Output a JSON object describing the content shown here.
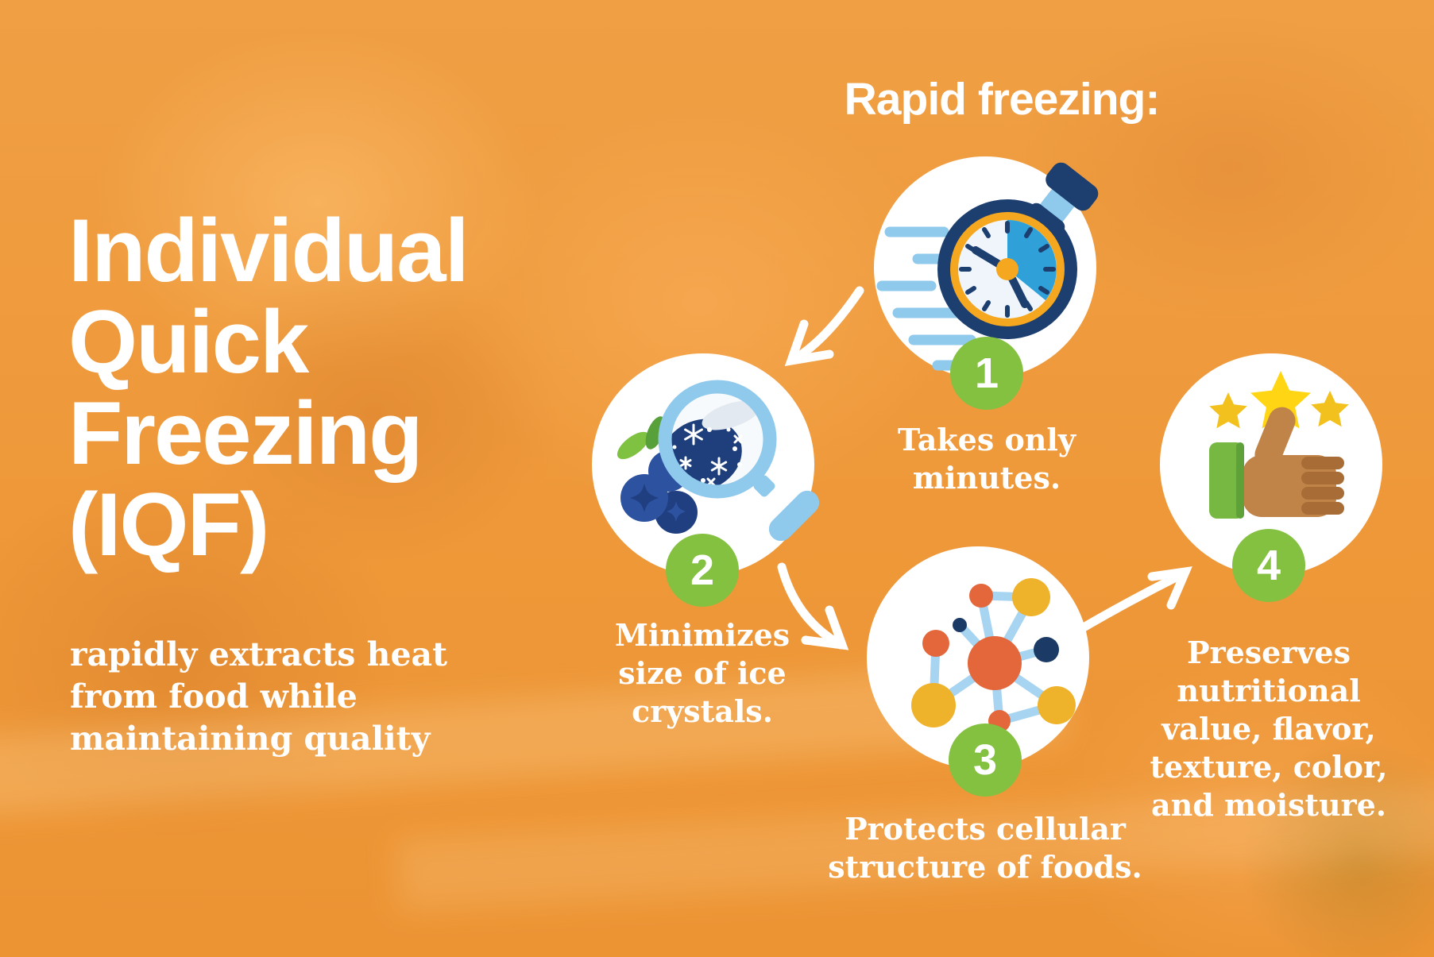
{
  "title": {
    "lines": [
      "Individual",
      "Quick",
      "Freezing",
      "(IQF)"
    ]
  },
  "subtitle": {
    "lines": [
      "rapidly extracts heat",
      "from food while",
      "maintaining quality"
    ]
  },
  "section_heading": "Rapid freezing:",
  "steps": [
    {
      "number": "1",
      "icon": "stopwatch-icon",
      "caption_lines": [
        "Takes only",
        "minutes."
      ]
    },
    {
      "number": "2",
      "icon": "magnifier-ice-crystals-icon",
      "caption_lines": [
        "Minimizes",
        "size of ice",
        "crystals."
      ]
    },
    {
      "number": "3",
      "icon": "molecule-icon",
      "caption_lines": [
        "Protects cellular",
        "structure of foods."
      ]
    },
    {
      "number": "4",
      "icon": "thumbs-up-stars-icon",
      "caption_lines": [
        "Preserves",
        "nutritional",
        "value, flavor,",
        "texture, color,",
        "and moisture."
      ]
    }
  ],
  "colors": {
    "orange_bg": "#EE9839",
    "white": "#FFFFFF",
    "green": "#84C140",
    "navy": "#1C3F70",
    "light_blue": "#8FC9EC",
    "mid_blue": "#2FA0D8",
    "clock_orange": "#F5A81F",
    "clock_face": "#EFF5FB",
    "lens_fill": "#F7FAFC",
    "lens_shadow": "#E3E9F0",
    "ice_navy": "#1F3F7C",
    "berry_blue": "#2D52A0",
    "berry_dark": "#203F80",
    "leaf_green": "#7FC241",
    "leaf_dark": "#58A03A",
    "mol_red": "#E4663B",
    "mol_yellow": "#EFB32B",
    "mol_navy": "#1B3A66",
    "connector_blue": "#A6D4F1",
    "hand_brown": "#C08449",
    "hand_dark": "#A86D37",
    "sleeve_green": "#77B843",
    "sleeve_dark": "#5FA139",
    "star_yellow": "#FFD514",
    "star_small": "#F2C11E"
  }
}
